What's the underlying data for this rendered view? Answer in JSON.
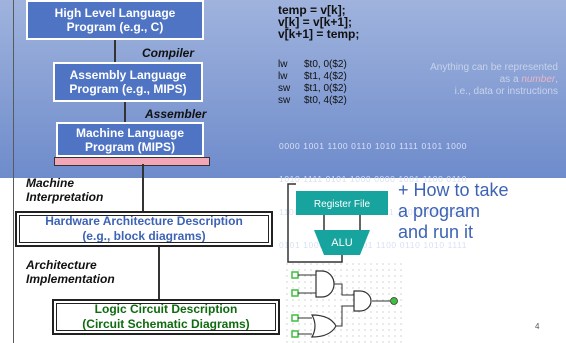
{
  "hierarchy": {
    "hll": [
      "High Level Language",
      "Program (e.g., C)"
    ],
    "compiler": "Compiler",
    "asm": [
      "Assembly  Language",
      "Program (e.g., MIPS)"
    ],
    "assembler": "Assembler",
    "ml": [
      "Machine  Language",
      "Program (MIPS)"
    ],
    "machine_interp": [
      "Machine",
      "Interpretation"
    ],
    "hw": [
      "Hardware Architecture Description",
      "(e.g., block diagrams)"
    ],
    "arch_impl": [
      "Architecture",
      "Implementation"
    ],
    "logic": [
      "Logic Circuit Description",
      "(Circuit Schematic Diagrams)"
    ]
  },
  "c_code": [
    "temp = v[k];",
    "v[k] = v[k+1];",
    "v[k+1] = temp;"
  ],
  "mips_code": [
    {
      "op": "lw",
      "args": "$t0, 0($2)"
    },
    {
      "op": "lw",
      "args": "$t1, 4($2)"
    },
    {
      "op": "sw",
      "args": "$t1, 0($2)"
    },
    {
      "op": "sw",
      "args": "$t0, 4($2)"
    }
  ],
  "note": {
    "line1": "Anything can be represented",
    "line2_pre": "as a ",
    "line2_em": "number",
    "line2_post": ",",
    "line3": "i.e., data or instructions"
  },
  "binary": [
    "0000 1001 1100 0110 1010 1111 0101 1000",
    "1010 1111 0101 1000 0000 1001 1100 0110",
    "1100 0110 1010 1111 0101 1000 0000 1001",
    "0101 1000 0000 1001 1100 0110 1010 1111"
  ],
  "diagram": {
    "register_file": "Register File",
    "alu": "ALU"
  },
  "how_to": [
    "+ How to take",
    "a program",
    "and run it"
  ],
  "page_number": "4",
  "colors": {
    "band_top": "#9fb3dd",
    "band_bottom": "#6e8bcb",
    "box_blue": "#4f74c3",
    "accent_text": "#3d63b5",
    "teal": "#17a39e",
    "gate_green": "#3fbf3f"
  }
}
